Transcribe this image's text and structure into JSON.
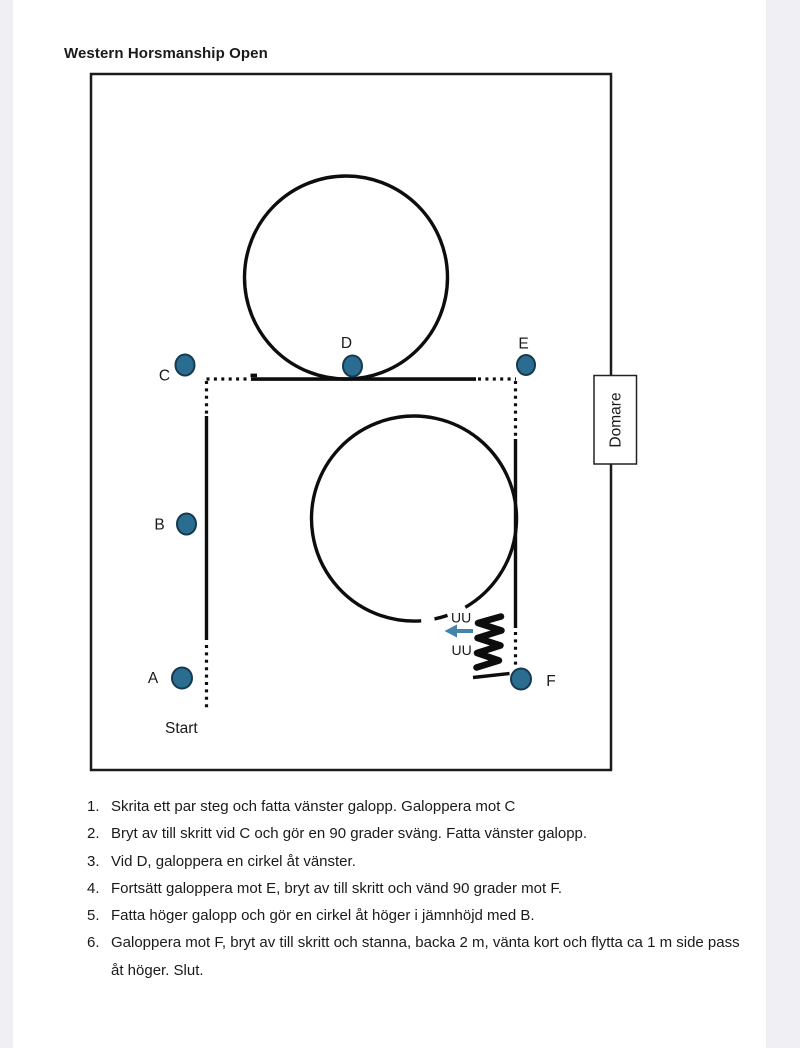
{
  "title": "Western Horsmanship Open",
  "arena": {
    "judge_label": "Domare",
    "start_label": "Start",
    "markers": {
      "A": "A",
      "B": "B",
      "C": "C",
      "D": "D",
      "E": "E",
      "F": "F"
    },
    "uu_marks": [
      "UU",
      "UU"
    ]
  },
  "instructions": [
    {
      "num": "1.",
      "text": "Skrita ett par steg och fatta vänster galopp. Galoppera mot C"
    },
    {
      "num": "2.",
      "text": "Bryt av till skritt vid C och gör en 90 grader sväng. Fatta vänster galopp."
    },
    {
      "num": "3.",
      "text": "Vid D, galoppera en cirkel åt vänster."
    },
    {
      "num": "4.",
      "text": "Fortsätt galoppera mot E, bryt av till skritt och vänd 90 grader mot F."
    },
    {
      "num": "5.",
      "text": "Fatta höger galopp och gör en cirkel åt höger i jämnhöjd med B."
    },
    {
      "num": "6.",
      "text": "Galoppera mot F, bryt av till skritt och stanna, backa 2 m, vänta kort och flytta ca 1 m side pass åt höger. Slut."
    }
  ],
  "colors": {
    "marker_fill": "#2B6D91",
    "marker_stroke": "#15394F",
    "arrow": "#4384AB",
    "line": "#0D0D0D",
    "gutter": "#F0F0F4"
  }
}
